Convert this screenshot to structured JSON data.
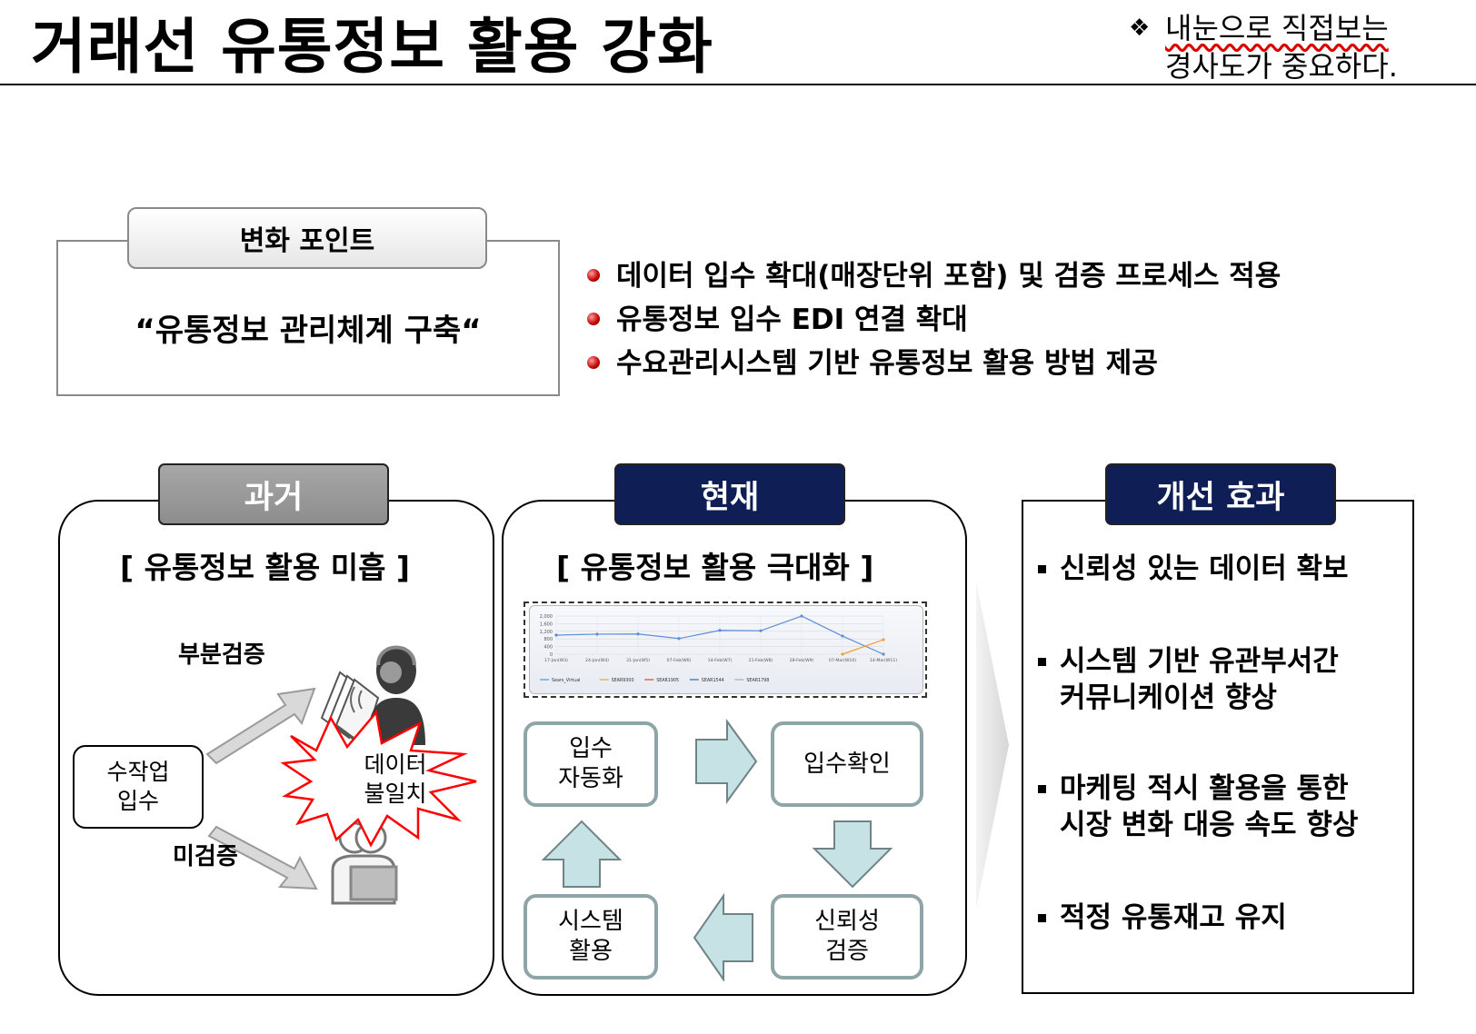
{
  "header": {
    "title": "거래선 유통정보 활용 강화",
    "note_line1": "내눈으로 직접보는",
    "note_line2": "경사도가 중요하다.",
    "note_bullet": "❖"
  },
  "change_point": {
    "tab": "변화 포인트",
    "quote": "“유통정보 관리체계 구축“",
    "bullets": [
      "데이터 입수 확대(매장단위 포함) 및 검증 프로세스 적용",
      "유통정보 입수 EDI 연결 확대",
      "수요관리시스템 기반 유통정보 활용 방법 제공"
    ]
  },
  "past": {
    "tab": "과거",
    "subtitle": "[ 유통정보 활용 미흡 ]",
    "manual": "수작업\n입수",
    "partial": "부분검증",
    "unverified": "미검증",
    "mismatch": "데이터\n불일치"
  },
  "present": {
    "tab": "현재",
    "subtitle": "[ 유통정보 활용 극대화 ]",
    "flow": {
      "auto": "입수\n자동화",
      "confirm": "입수확인",
      "verify": "신뢰성\n검증",
      "use": "시스템\n활용"
    }
  },
  "effect": {
    "tab": "개선 효과",
    "items": [
      "신뢰성 있는 데이터 확보",
      "시스템 기반 유관부서간\n커뮤니케이션 향상",
      "마케팅 적시 활용을 통한\n시장 변화 대응 속도 향상",
      "적정 유통재고 유지"
    ]
  },
  "chart_data": {
    "type": "line",
    "categories": [
      "17-Jan(W3)",
      "24-Jan(W4)",
      "31-Jan(W5)",
      "07-Feb(W6)",
      "14-Feb(W7)",
      "21-Feb(W8)",
      "28-Feb(W9)",
      "07-Mar(W10)",
      "14-Mar(W11)"
    ],
    "ylim": [
      0,
      2000
    ],
    "yticks": [
      "0",
      "400",
      "800",
      "1,200",
      "1,600",
      "2,000"
    ],
    "series": [
      {
        "name": "Sears_Virtual",
        "color": "#5b8fd8",
        "values": [
          1000,
          1050,
          1060,
          820,
          1250,
          1230,
          2000,
          950,
          0
        ]
      },
      {
        "name": "SEAR9300",
        "color": "#f0a030",
        "values": [
          null,
          null,
          null,
          null,
          null,
          null,
          null,
          0,
          760
        ]
      },
      {
        "name": "SEAR1905",
        "color": "#e04020",
        "values": []
      },
      {
        "name": "SEAR1544",
        "color": "#2070b0",
        "values": []
      },
      {
        "name": "SEAR1798",
        "color": "#aaaaaa",
        "values": []
      }
    ]
  }
}
